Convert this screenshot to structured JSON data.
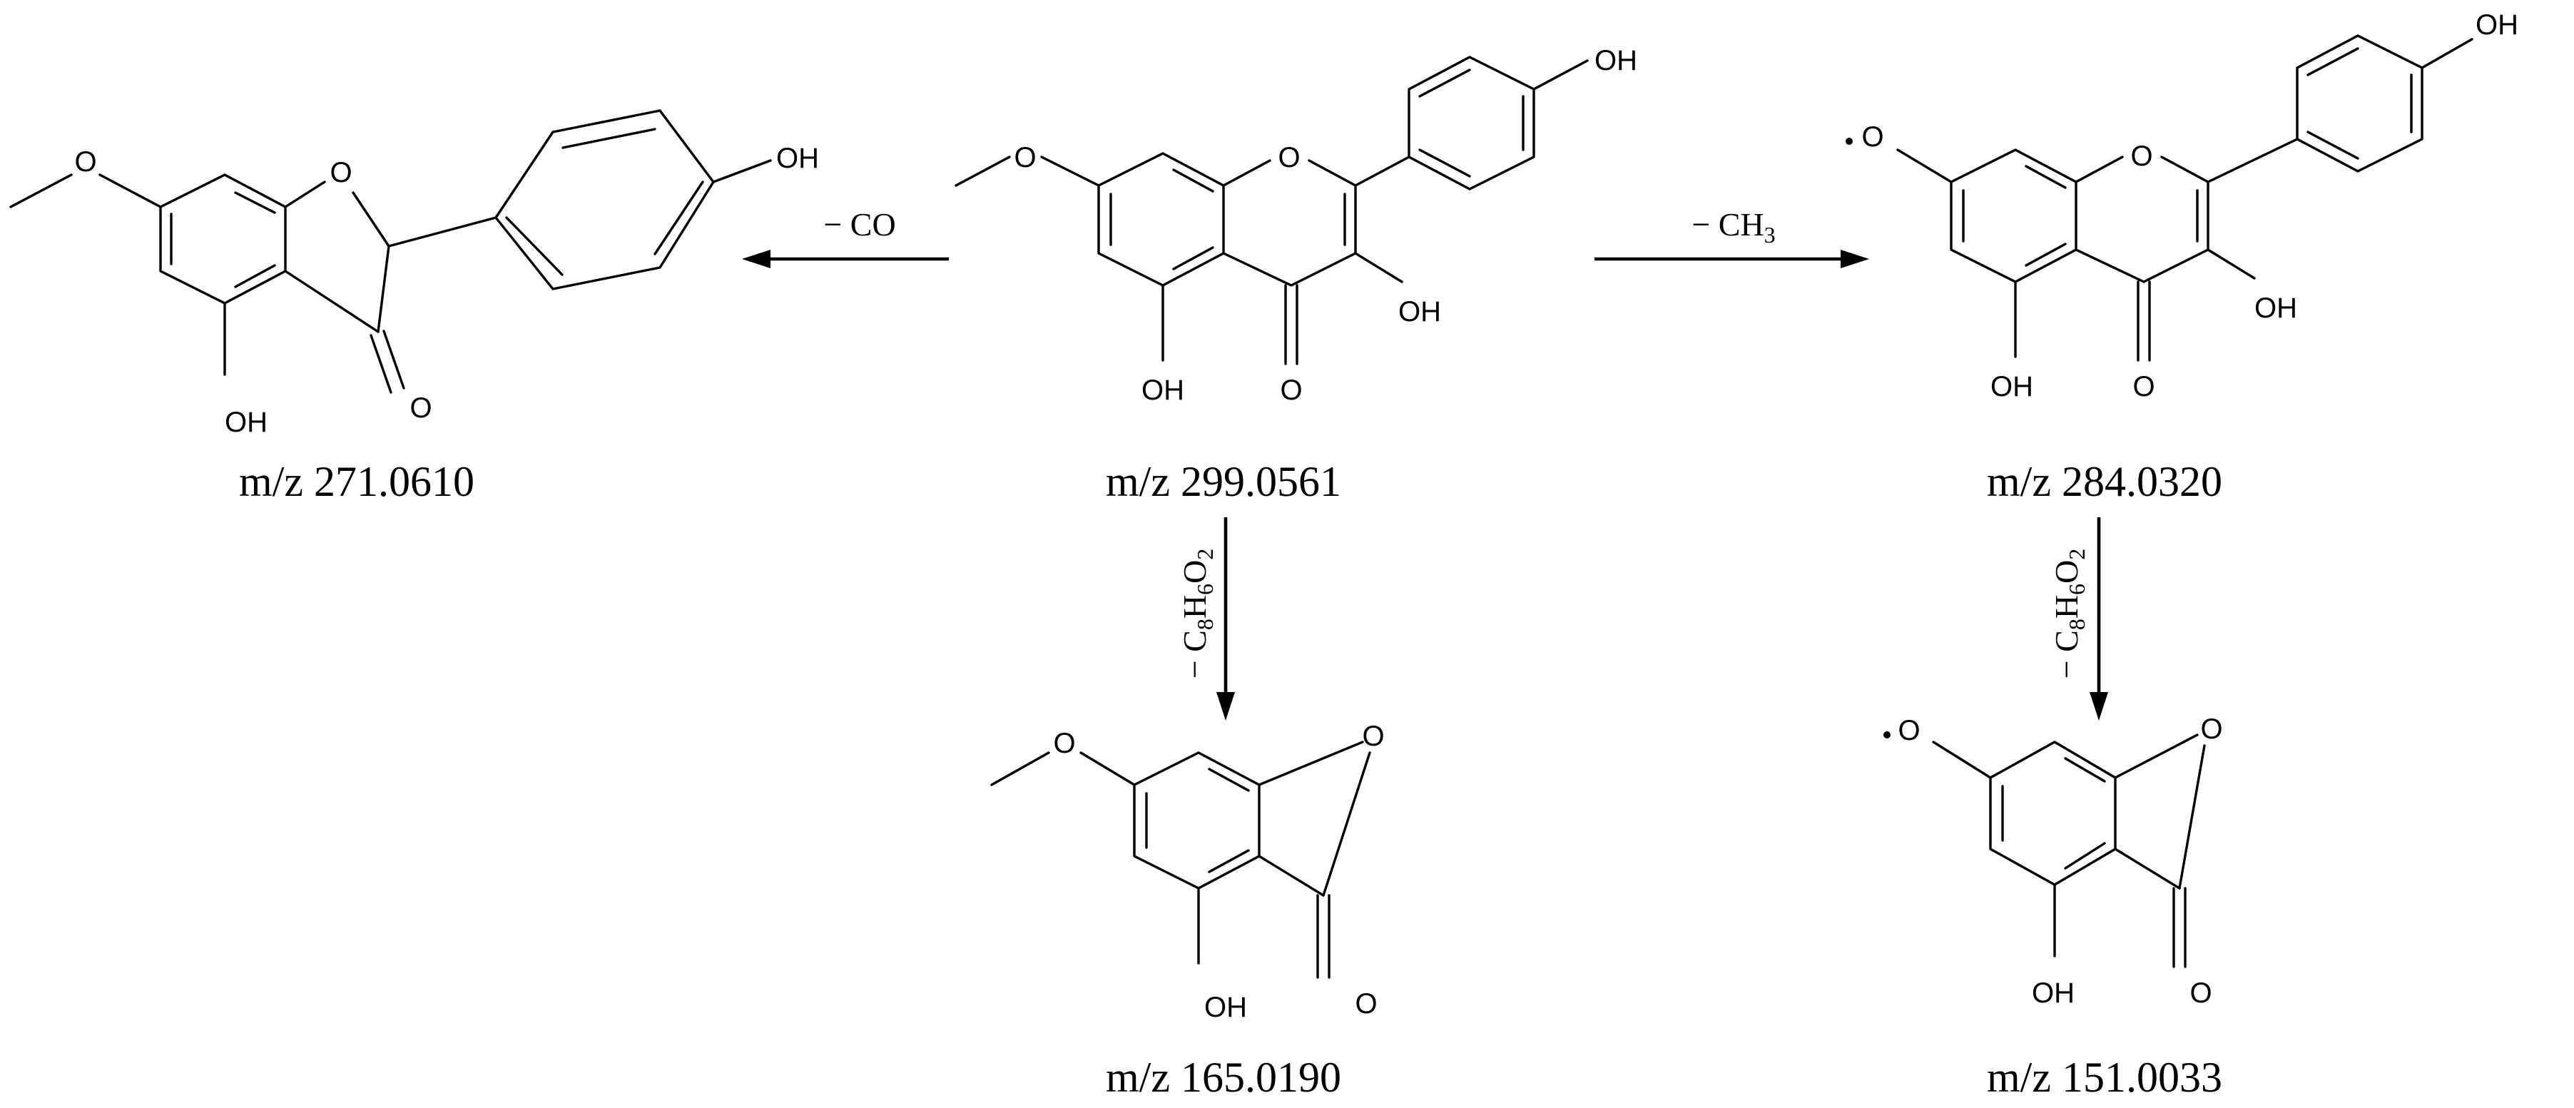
{
  "atoms": {
    "oxygen": "O",
    "hydroxyl": "OH"
  },
  "compounds": {
    "parent": {
      "mz_label": "m/z 299.0561"
    },
    "loss_co": {
      "mz_label": "m/z 271.0610"
    },
    "loss_ch3": {
      "mz_label": "m/z 284.0320"
    },
    "parent_fragment": {
      "mz_label": "m/z 165.0190"
    },
    "radical_fragment": {
      "mz_label": "m/z 151.0033"
    }
  },
  "losses": {
    "co": {
      "dash": "− ",
      "formula": "CO"
    },
    "ch3": {
      "dash": "− ",
      "element_c": "CH",
      "sub_3": "3"
    },
    "c8h6o2": {
      "dash": "− ",
      "c": "C",
      "sub_8": "8",
      "h": "H",
      "sub_6": "6",
      "o": "O",
      "sub_2": "2"
    }
  },
  "colors": {
    "ink": "#000000",
    "background": "#ffffff"
  }
}
